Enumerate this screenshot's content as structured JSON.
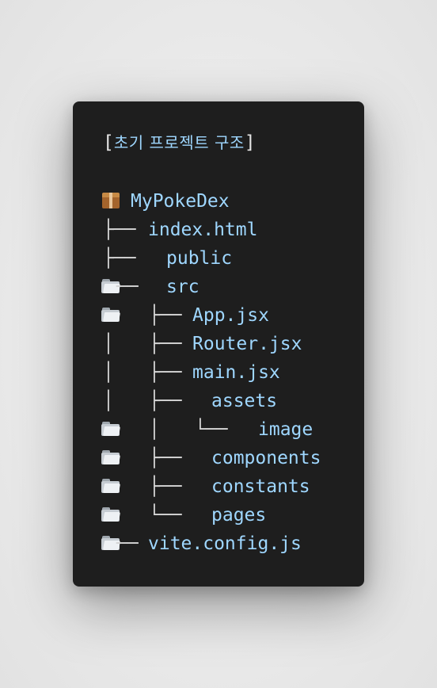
{
  "heading": {
    "open_bracket": "[",
    "text": "초기 프로젝트 구조",
    "close_bracket": "]"
  },
  "tree": {
    "root": {
      "icon": "package-icon",
      "name": "MyPokeDex"
    },
    "rows": [
      {
        "prefix": "├──",
        "name": "index.html"
      },
      {
        "prefix": "├──",
        "name": "public"
      },
      {
        "prefix": "──",
        "name": "src"
      },
      {
        "prefix": "├──",
        "name": "App.jsx"
      },
      {
        "prefix": "├──",
        "name": "Router.jsx"
      },
      {
        "prefix": "├──",
        "name": "main.jsx"
      },
      {
        "prefix": "├──",
        "name": "assets"
      },
      {
        "prefix": "└──",
        "name": "image"
      },
      {
        "prefix": "├──",
        "name": "components"
      },
      {
        "prefix": "├──",
        "name": "constants"
      },
      {
        "prefix": "└──",
        "name": "pages"
      },
      {
        "prefix": "──",
        "name": "vite.config.js"
      }
    ]
  },
  "colors": {
    "card_background": "#1e1e1e",
    "name_text": "#9fd7ff",
    "tree_lines": "#d4d4d4"
  }
}
